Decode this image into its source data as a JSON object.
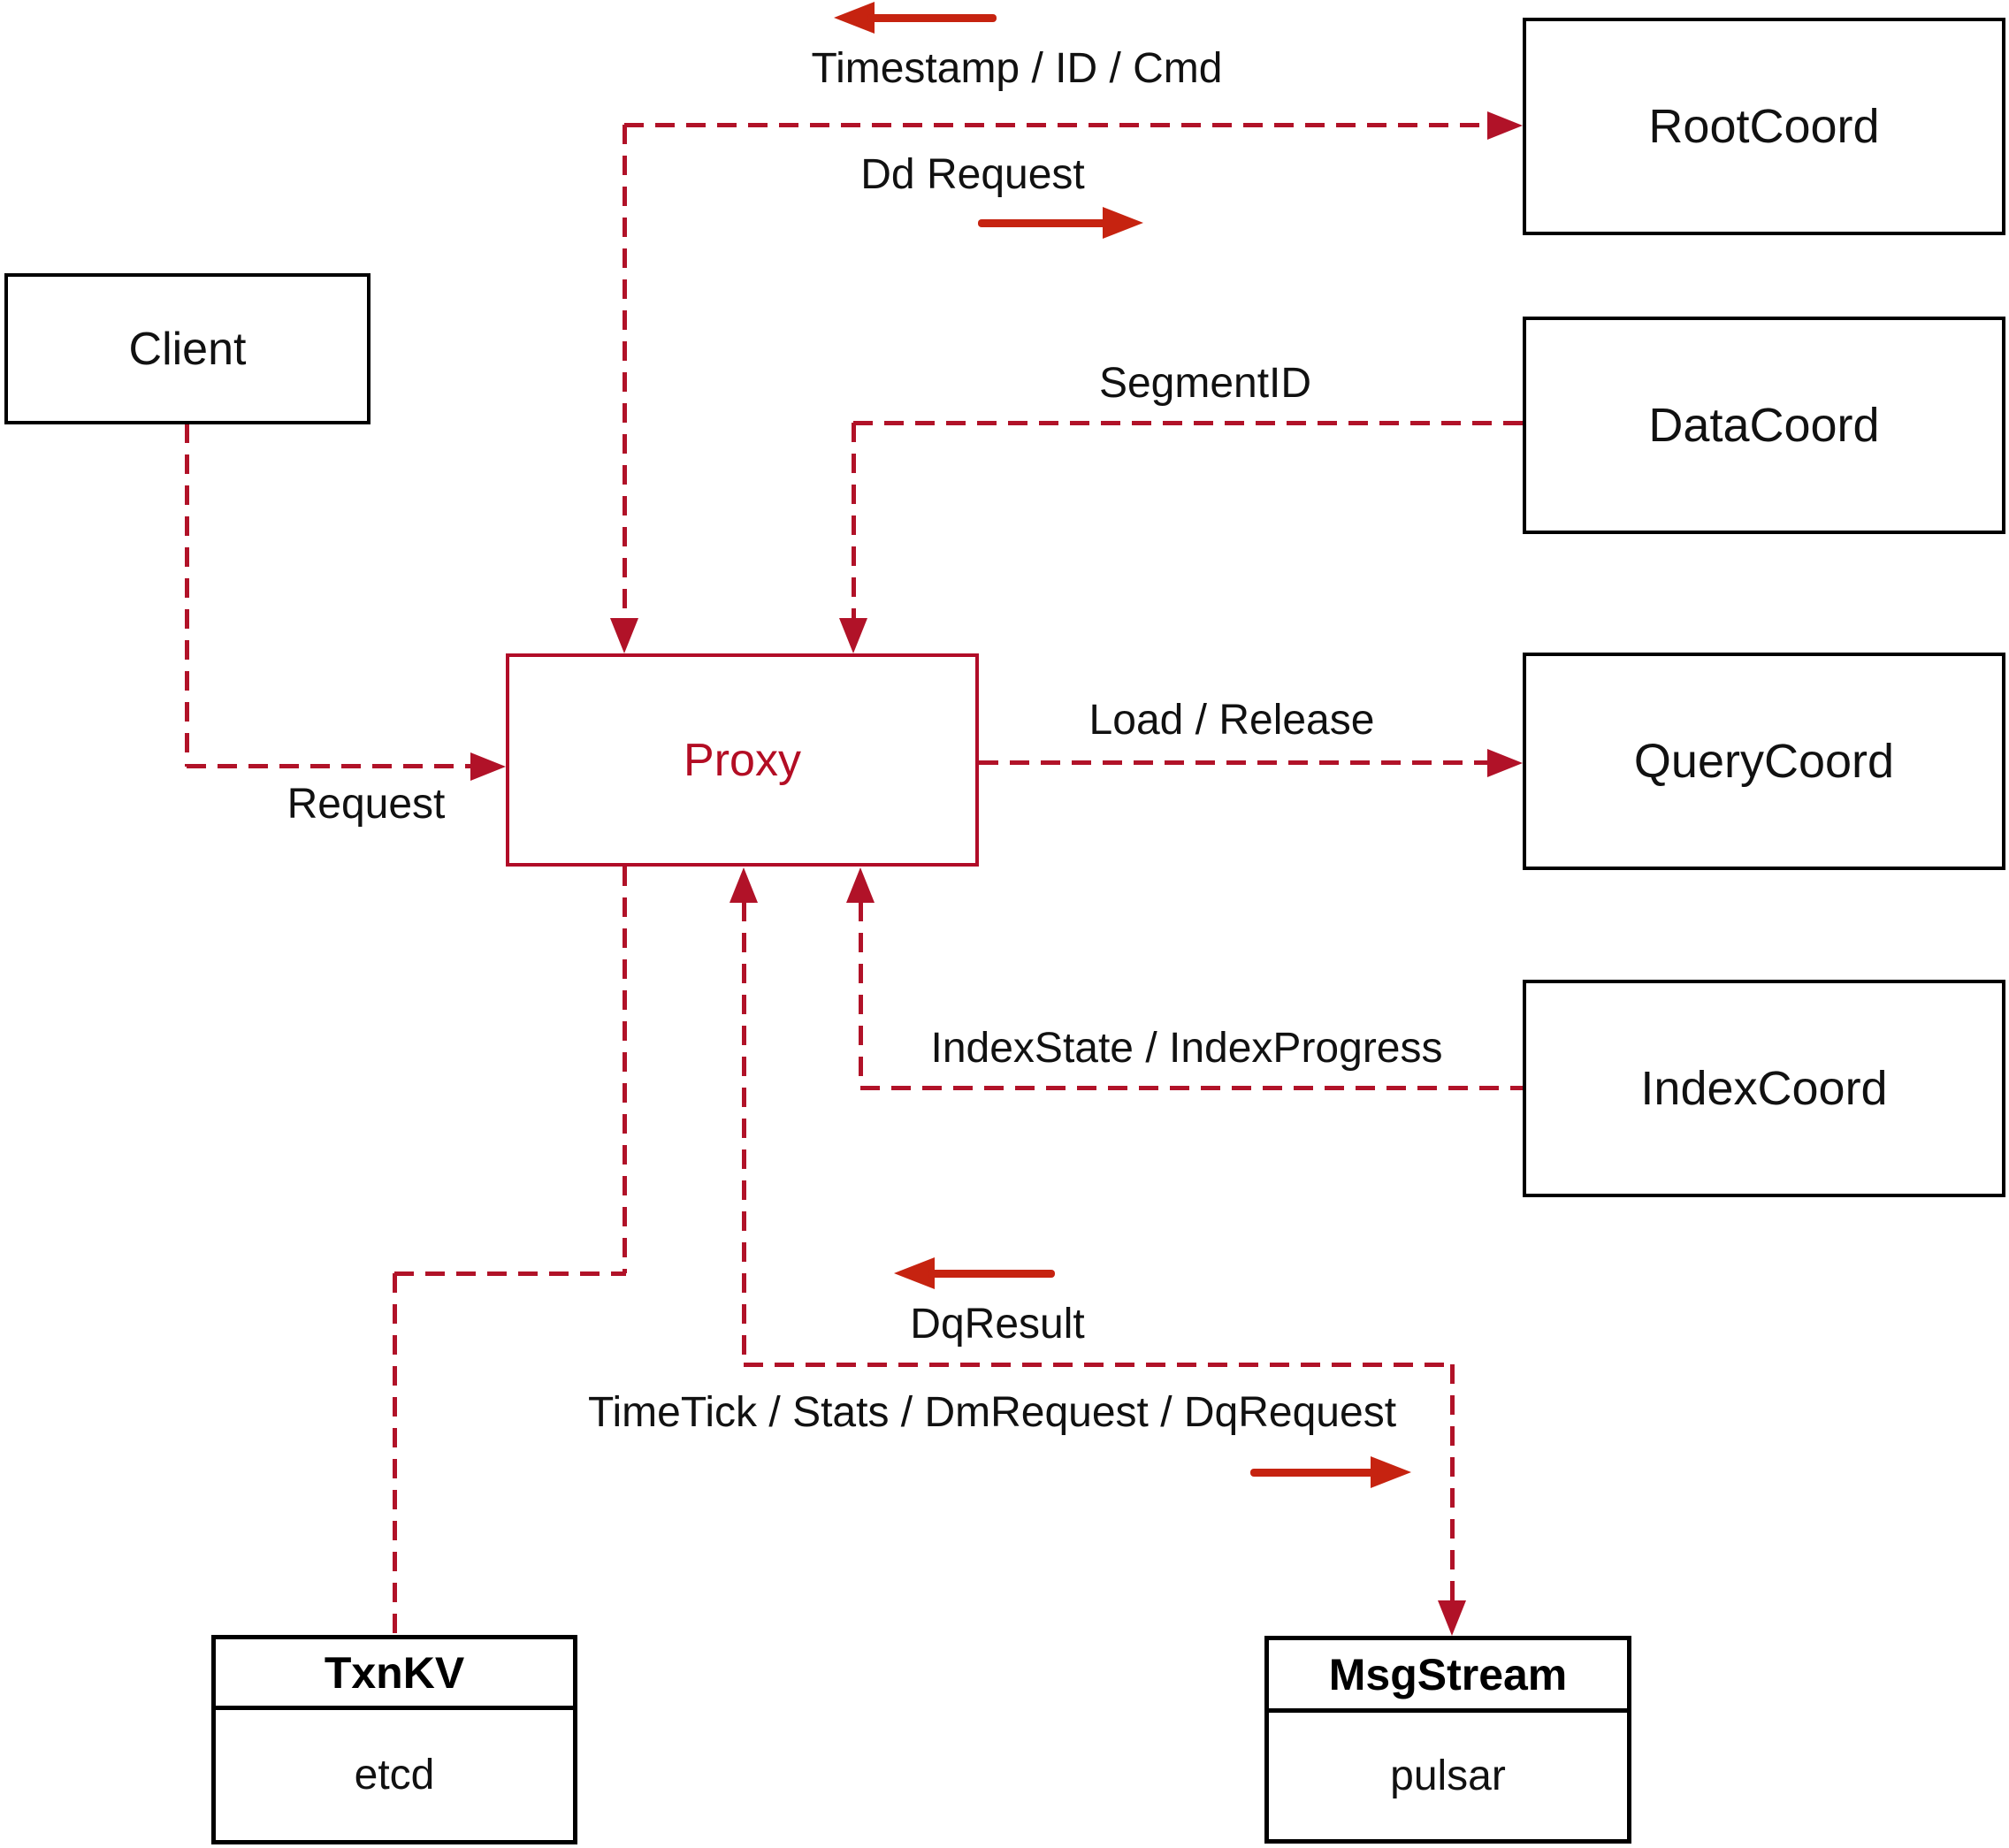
{
  "diagram": {
    "nodes": {
      "client": {
        "label": "Client"
      },
      "root_coord": {
        "label": "RootCoord"
      },
      "data_coord": {
        "label": "DataCoord"
      },
      "query_coord": {
        "label": "QueryCoord"
      },
      "index_coord": {
        "label": "IndexCoord"
      },
      "proxy": {
        "label": "Proxy"
      },
      "txn_kv": {
        "title": "TxnKV",
        "impl": "etcd"
      },
      "msg_stream": {
        "title": "MsgStream",
        "impl": "pulsar"
      }
    },
    "edge_labels": {
      "timestamp_id_cmd": "Timestamp / ID / Cmd",
      "dd_request": "Dd Request",
      "segment_id": "SegmentID",
      "request": "Request",
      "load_release": "Load / Release",
      "index_state_progress": "IndexState / IndexProgress",
      "dq_result": "DqResult",
      "time_tick_stats": "TimeTick / Stats / DmRequest / DqRequest"
    },
    "colors": {
      "dashed_line_red": "#b11228",
      "solid_arrow_red": "#c62310",
      "proxy_red": "#b30d24",
      "node_border_black": "#000000",
      "label_text": "#111111",
      "background": "#ffffff"
    }
  }
}
